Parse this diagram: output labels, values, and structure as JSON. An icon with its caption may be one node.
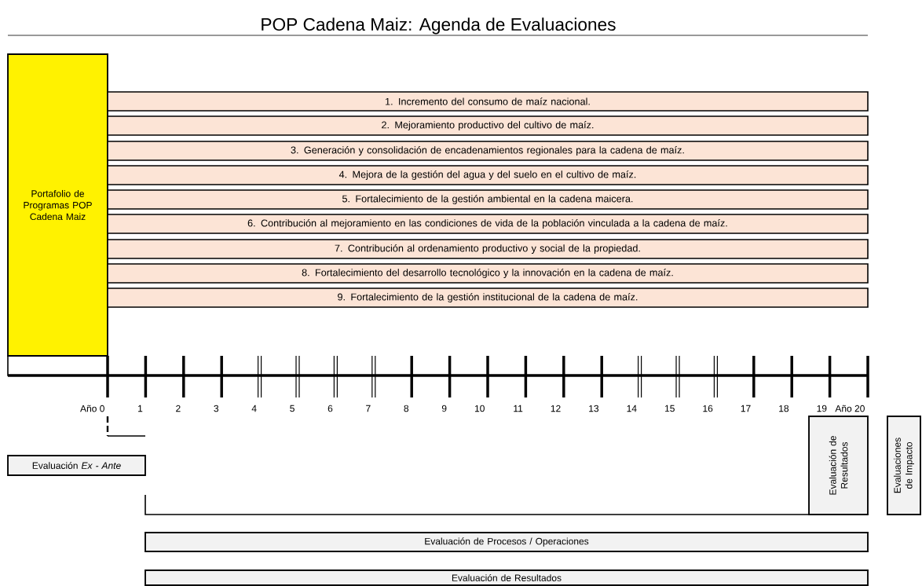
{
  "diagram": {
    "title": "POP Cadena Maiz: Agenda de Evaluaciones",
    "nodes": [
      {
        "text": [
          "Portafolio de Programas POP Cadena Maiz"
        ]
      },
      {
        "text": [
          "1. Incremento del consumo de maíz nacional."
        ]
      },
      {
        "text": [
          "2. Mejoramiento productivo del cultivo de maíz."
        ]
      },
      {
        "text": [
          "3. Generación y consolidación de encadenamientos regionales para la cadena de maíz."
        ]
      },
      {
        "text": [
          "4. Mejora de la gestión del agua y del suelo en el cultivo de maíz."
        ]
      },
      {
        "text": [
          "5. Fortalecimiento de la gestión ambiental en la cadena maicera."
        ]
      },
      {
        "text": [
          "6. Contribución al mejoramiento en las condiciones de vida de la población vinculada a la cadena de maíz."
        ]
      },
      {
        "text": [
          "7. Contribución al ordenamiento productivo y social de la propiedad."
        ]
      },
      {
        "text": [
          "8. Fortalecimiento del desarrollo tecnológico y la innovación en la cadena de maíz."
        ]
      },
      {
        "text": [
          "9. Fortalecimiento de la gestión institucional de la cadena de maíz."
        ]
      },
      {
        "text": [
          "Evaluación *Ex - Ante*"
        ]
      },
      {
        "text": [
          "Evaluación de Resultados"
        ]
      },
      {
        "text": [
          "Evaluaciones de Impacto"
        ]
      },
      {
        "text": [
          "Evaluación de Procesos / Operaciones"
        ]
      },
      {
        "text": [
          "Evaluación de Resultados"
        ]
      }
    ],
    "labels": [
      "Año 0",
      "1",
      "2",
      "3",
      "4",
      "5",
      "6",
      "7",
      "8",
      "9",
      "10",
      "11",
      "12",
      "13",
      "14",
      "15",
      "16",
      "17",
      "18",
      "19",
      "Año 20"
    ]
  }
}
